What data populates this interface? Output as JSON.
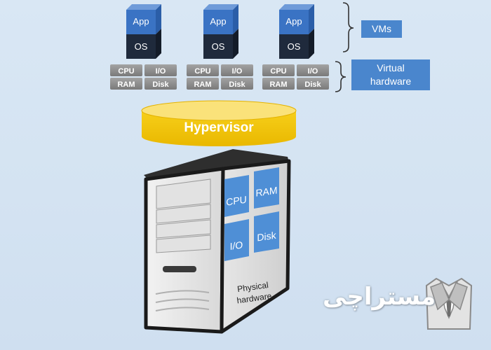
{
  "vms": [
    {
      "app": "App",
      "os": "OS"
    },
    {
      "app": "App",
      "os": "OS"
    },
    {
      "app": "App",
      "os": "OS"
    }
  ],
  "virtual_hw": [
    {
      "cpu": "CPU",
      "io": "I/O",
      "ram": "RAM",
      "disk": "Disk"
    },
    {
      "cpu": "CPU",
      "io": "I/O",
      "ram": "RAM",
      "disk": "Disk"
    },
    {
      "cpu": "CPU",
      "io": "I/O",
      "ram": "RAM",
      "disk": "Disk"
    }
  ],
  "labels": {
    "vms": "VMs",
    "virtual_hardware_line1": "Virtual",
    "virtual_hardware_line2": "hardware",
    "hypervisor": "Hypervisor"
  },
  "server": {
    "cpu": "CPU",
    "ram": "RAM",
    "io": "I/O",
    "disk": "Disk",
    "caption_line1": "Physical",
    "caption_line2": "hardware"
  },
  "watermark": "مستراچی",
  "colors": {
    "vm_app": "#3a73c4",
    "vm_os": "#1f2a3c",
    "hypervisor": "#f5c400",
    "label_box": "#4a86cd",
    "chip": "#8c8c8c"
  }
}
